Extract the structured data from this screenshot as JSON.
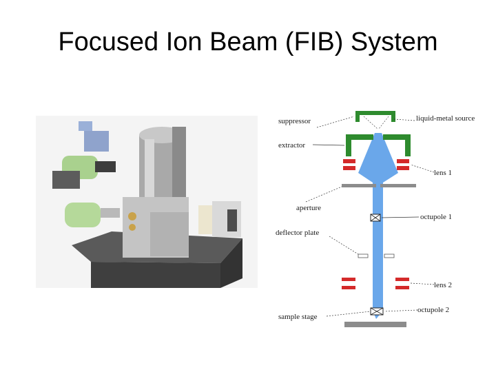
{
  "slide": {
    "title": "Focused Ion Beam (FIB) System"
  },
  "schematic": {
    "labels": {
      "suppressor": "suppressor",
      "liquid_metal_source": "liquid-metal source",
      "extractor": "extractor",
      "lens_1": "lens 1",
      "aperture": "aperture",
      "octupole_1": "octupole 1",
      "deflector_plate": "deflector plate",
      "lens_2": "lens 2",
      "sample_stage": "sample stage",
      "octupole_2": "octupole 2"
    },
    "colors": {
      "beam": "#6aa7ea",
      "lens": "#d42a2a",
      "extractor": "#2e8b2e",
      "plate": "#8c8c8c"
    }
  },
  "render": {
    "colors": {
      "chamber": "#b9b9b9",
      "table": "#4d4d4d",
      "detector_green": "#a9d18e",
      "detector_blue": "#8fa3cc",
      "gas_injector": "#e8e3cf"
    }
  }
}
